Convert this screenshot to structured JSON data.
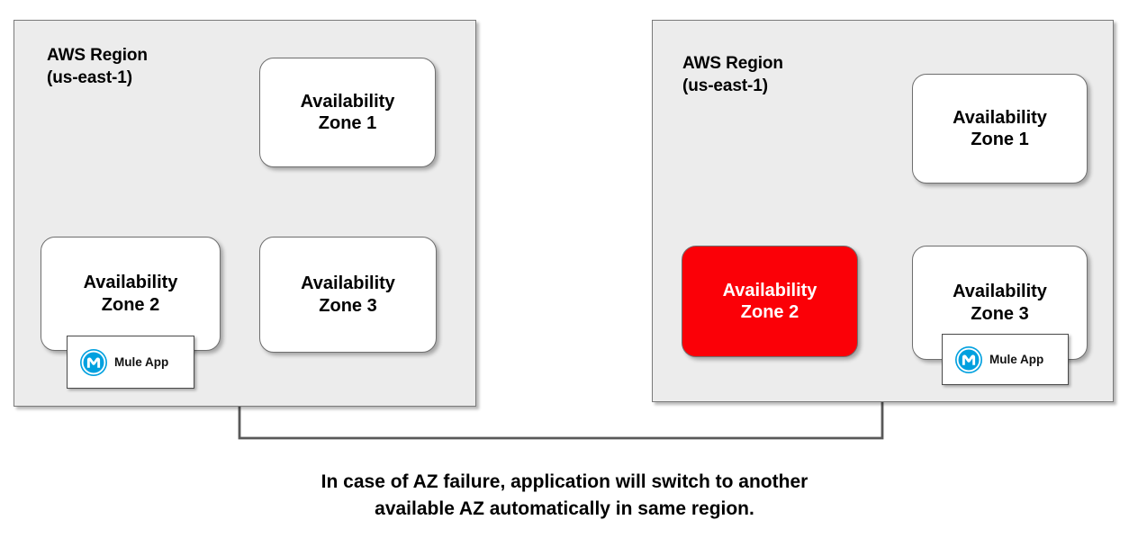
{
  "diagram": {
    "type": "aws-multi-az-failover",
    "caption": "In case of AZ failure, application will switch to another\navailable AZ automatically in same region.",
    "colors": {
      "region_fill": "#ececec",
      "region_border": "#7a7a7a",
      "az_fill": "#ffffff",
      "az_border": "#6f6f6f",
      "az_failed_fill": "#fb0007",
      "az_failed_text": "#ffffff",
      "connector": "#595959",
      "mule_blue": "#00a0df"
    },
    "regions": [
      {
        "id": "region-left",
        "title": "AWS Region\n(us-east-1)",
        "state": "healthy",
        "zones": [
          {
            "id": "left-az-1",
            "label": "Availability\nZone 1",
            "status": "available"
          },
          {
            "id": "left-az-2",
            "label": "Availability\nZone 2",
            "status": "available",
            "app": {
              "label": "Mule App",
              "icon": "mulesoft-icon"
            }
          },
          {
            "id": "left-az-3",
            "label": "Availability\nZone 3",
            "status": "available"
          }
        ]
      },
      {
        "id": "region-right",
        "title": "AWS Region\n(us-east-1)",
        "state": "failover",
        "zones": [
          {
            "id": "right-az-1",
            "label": "Availability\nZone 1",
            "status": "available"
          },
          {
            "id": "right-az-2",
            "label": "Availability\nZone 2",
            "status": "failed"
          },
          {
            "id": "right-az-3",
            "label": "Availability\nZone 3",
            "status": "available",
            "app": {
              "label": "Mule App",
              "icon": "mulesoft-icon"
            }
          }
        ]
      }
    ]
  }
}
